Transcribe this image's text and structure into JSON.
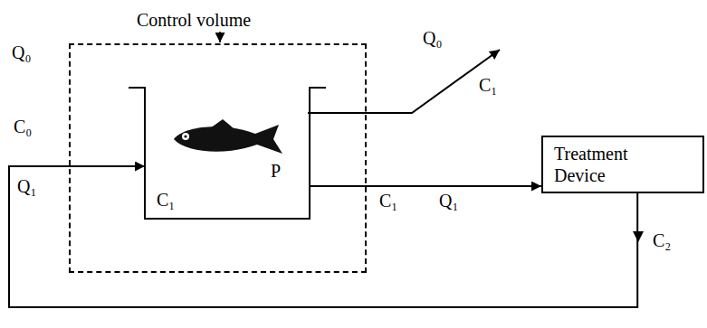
{
  "diagram": {
    "nodes": [
      {
        "text": [
          "Control volume"
        ]
      },
      {
        "text": [
          "C₁",
          "P"
        ],
        "in": 0
      },
      {
        "text": [
          "Treatment Device"
        ]
      }
    ],
    "edges": [
      {
        "from": 1,
        "to": 2,
        "arrow": "to"
      },
      {
        "from": 2,
        "to": 1,
        "arrow": "to"
      }
    ],
    "labels": [
      "Q₀",
      "C₀",
      "Q₁",
      "C₁",
      "Q₁",
      "Q₀",
      "C₁",
      "C₂"
    ]
  }
}
